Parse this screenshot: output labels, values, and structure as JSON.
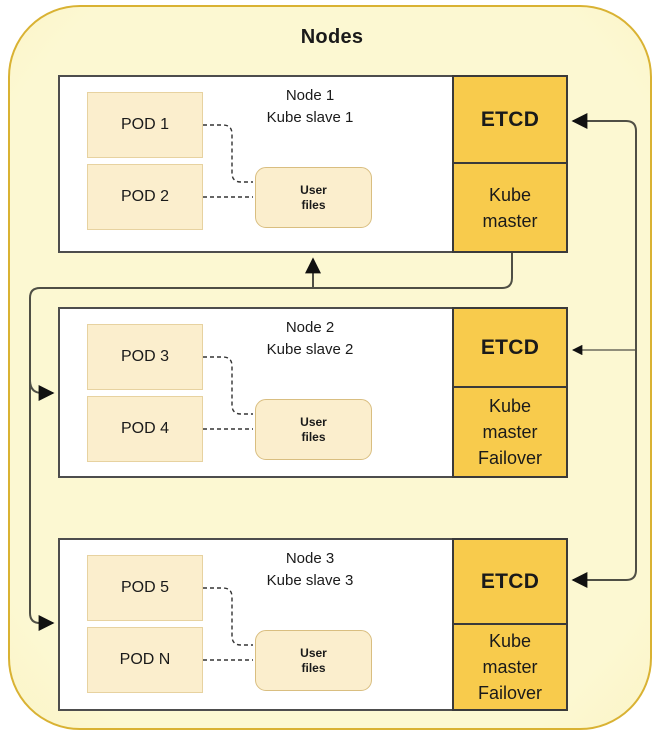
{
  "diagram": {
    "title": "Nodes",
    "nodes": [
      {
        "name": "Node 1",
        "role": "Kube slave 1",
        "pods": [
          "POD 1",
          "POD 2"
        ],
        "storage": "User\nfiles",
        "etcd": "ETCD",
        "master": "Kube\nmaster"
      },
      {
        "name": "Node 2",
        "role": "Kube slave 2",
        "pods": [
          "POD 3",
          "POD 4"
        ],
        "storage": "User\nfiles",
        "etcd": "ETCD",
        "master": "Kube\nmaster\nFailover"
      },
      {
        "name": "Node 3",
        "role": "Kube slave 3",
        "pods": [
          "POD 5",
          "POD N"
        ],
        "storage": "User\nfiles",
        "etcd": "ETCD",
        "master": "Kube\nmaster\nFailover"
      }
    ],
    "colors": {
      "outer_fill_center": "#FCF8D2",
      "outer_fill_edge": "#F7E7A2",
      "outer_border": "#D9B233",
      "node_border": "#4D4D4D",
      "pod_fill": "#FBEECD",
      "pod_border": "#E7D2A0",
      "userfiles_border": "#D9BE80",
      "etcd_fill": "#F8CB4C",
      "etcd_border": "#3A3A3A",
      "connector": "#4F4F45",
      "text": "#1A1A1A"
    }
  }
}
